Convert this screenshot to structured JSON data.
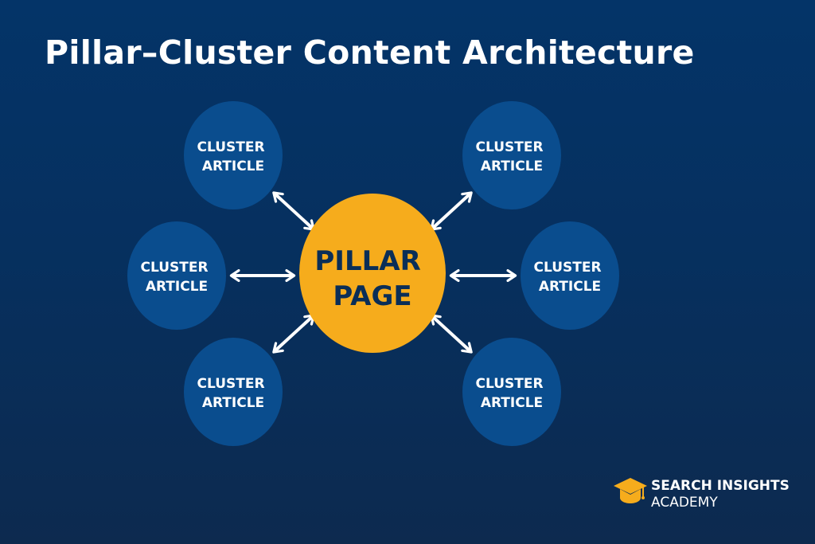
{
  "title": "Pillar–Cluster Content Architecture",
  "pillar": {
    "line1": "PILLAR",
    "line2": "PAGE",
    "color": "#f6ac1c"
  },
  "clusters": [
    {
      "line1": "CLUSTER",
      "line2": "ARTICLE"
    },
    {
      "line1": "CLUSTER",
      "line2": "ARTICLE"
    },
    {
      "line1": "CLUSTER",
      "line2": "ARTICLE"
    },
    {
      "line1": "CLUSTER",
      "line2": "ARTICLE"
    },
    {
      "line1": "CLUSTER",
      "line2": "ARTICLE"
    },
    {
      "line1": "CLUSTER",
      "line2": "ARTICLE"
    }
  ],
  "colors": {
    "background": "#053466",
    "cluster_fill": "#0a4d8e",
    "pillar_fill": "#f6ac1c",
    "pillar_text": "#0a2e57",
    "arrow": "#ffffff",
    "logo_accent": "#f6ac1c"
  },
  "logo": {
    "line1": "SEARCH INSIGHTS",
    "line2": "ACADEMY",
    "icon": "graduation-cap-icon"
  }
}
